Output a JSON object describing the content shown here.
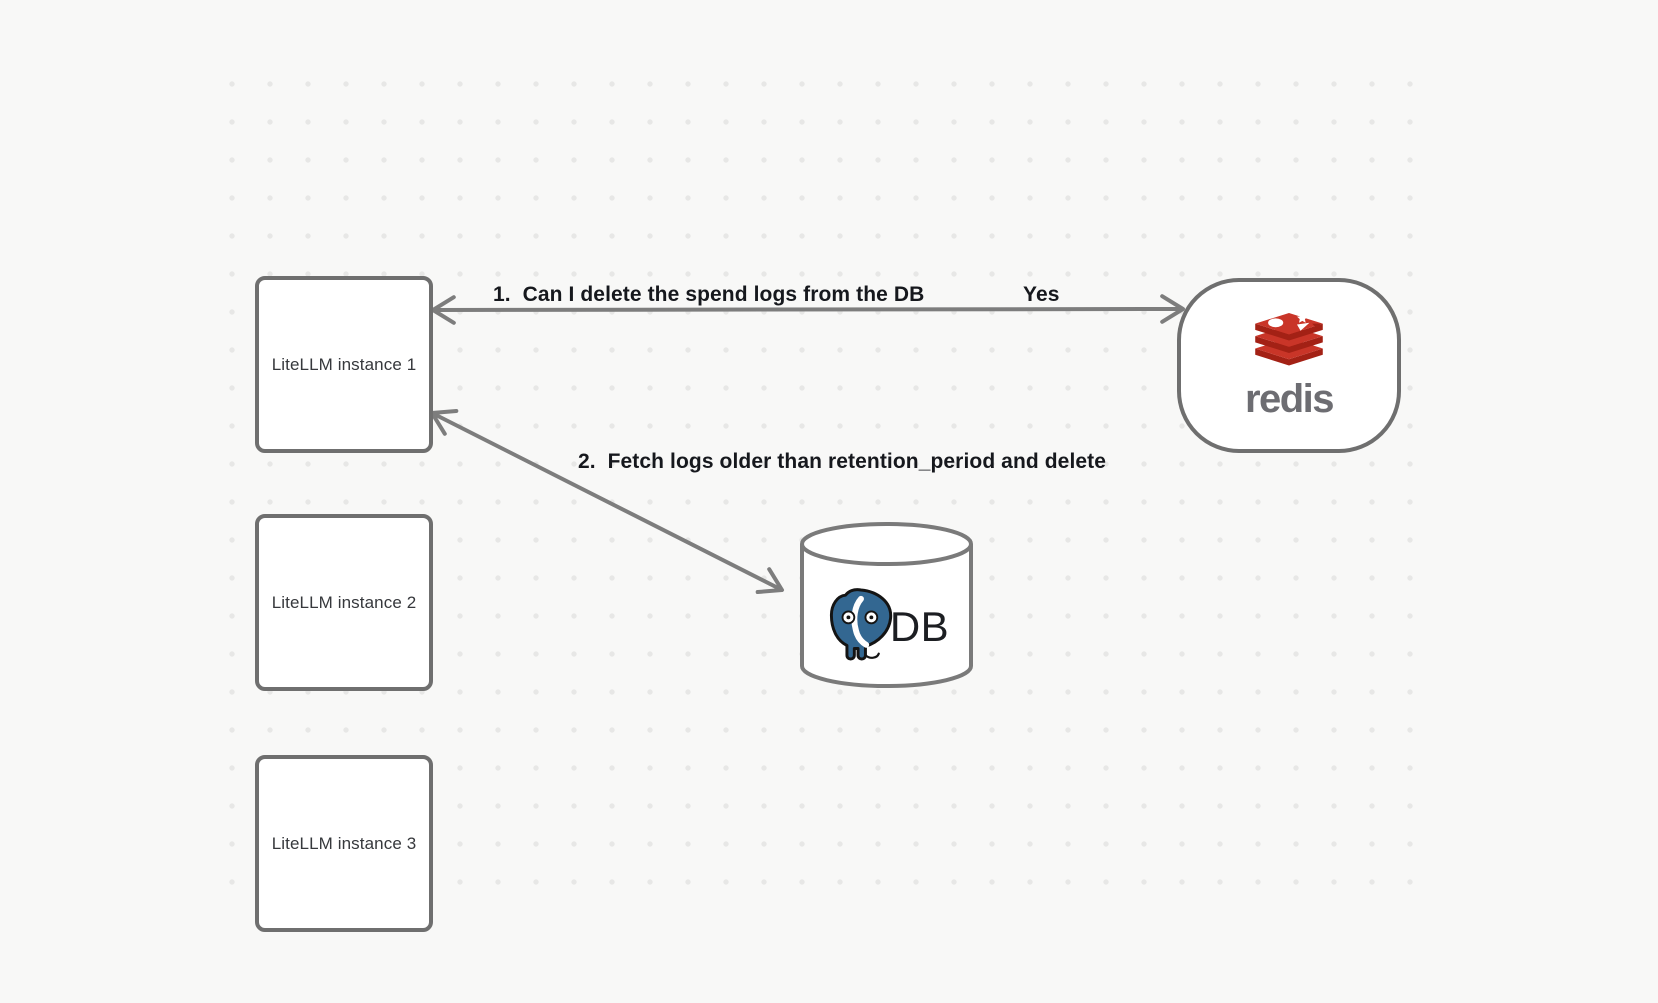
{
  "nodes": {
    "litellm_instances": [
      {
        "label": "LiteLLM instance 1"
      },
      {
        "label": "LiteLLM instance 2"
      },
      {
        "label": "LiteLLM instance 3"
      }
    ],
    "redis": {
      "wordmark": "redis",
      "icon": "redis-stack-logo"
    },
    "database": {
      "label": "DB",
      "icon": "postgresql-elephant-logo"
    }
  },
  "edges": {
    "edge1": {
      "label": "1.  Can I delete the spend logs from the DB",
      "answer": "Yes",
      "from": "LiteLLM instance 1",
      "to": "redis",
      "direction": "bidirectional"
    },
    "edge2": {
      "label": "2.  Fetch logs older than retention_period and delete",
      "from": "LiteLLM instance 1",
      "to": "DB",
      "direction": "bidirectional"
    }
  },
  "colors": {
    "background": "#f8f8f7",
    "dot": "#e7e7e6",
    "node_border": "#6f6f6f",
    "arrow": "#7d7d7d",
    "label_text": "#16181d",
    "redis_red": "#c93528",
    "redis_red_dark": "#a32115",
    "postgres_blue": "#336791"
  }
}
